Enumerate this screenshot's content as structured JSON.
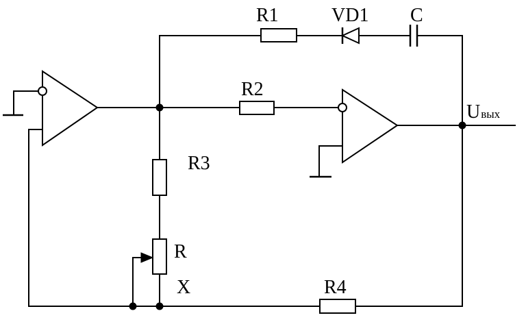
{
  "labels": {
    "r1": "R1",
    "vd1": "VD1",
    "c": "C",
    "r2": "R2",
    "r3": "R3",
    "r": "R",
    "x": "X",
    "r4": "R4",
    "out_main": "U",
    "out_sub": "вых"
  }
}
